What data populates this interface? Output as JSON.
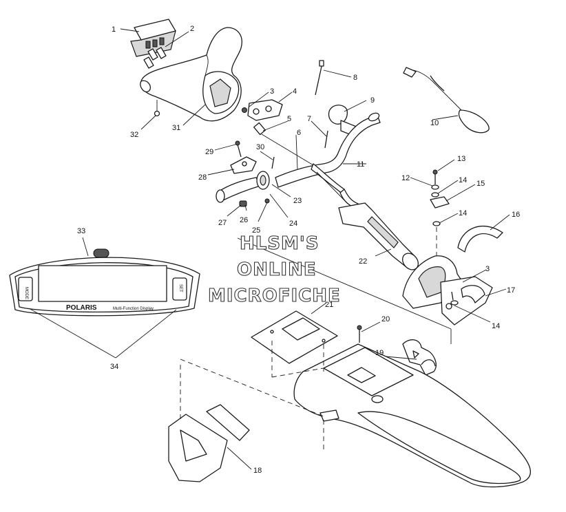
{
  "watermark": {
    "line1": "HLSM'S",
    "line2": "ONLINE",
    "line3": "MICROFICHE"
  },
  "display_panel": {
    "brand": "POLARIS",
    "subtitle": "Multi-Function Display",
    "left_button": "MODE",
    "right_button": "SET"
  },
  "callouts": {
    "c1": "1",
    "c2": "2",
    "c3a": "3",
    "c3b": "3",
    "c4": "4",
    "c5": "5",
    "c6": "6",
    "c7": "7",
    "c8": "8",
    "c9": "9",
    "c10": "10",
    "c11": "11",
    "c12": "12",
    "c13": "13",
    "c14a": "14",
    "c14b": "14",
    "c14c": "14",
    "c15": "15",
    "c16": "16",
    "c17": "17",
    "c18": "18",
    "c19": "19",
    "c20": "20",
    "c21": "21",
    "c22": "22",
    "c23": "23",
    "c24": "24",
    "c25": "25",
    "c26": "26",
    "c27": "27",
    "c28": "28",
    "c29": "29",
    "c30": "30",
    "c31": "31",
    "c32": "32",
    "c33": "33",
    "c34": "34"
  }
}
